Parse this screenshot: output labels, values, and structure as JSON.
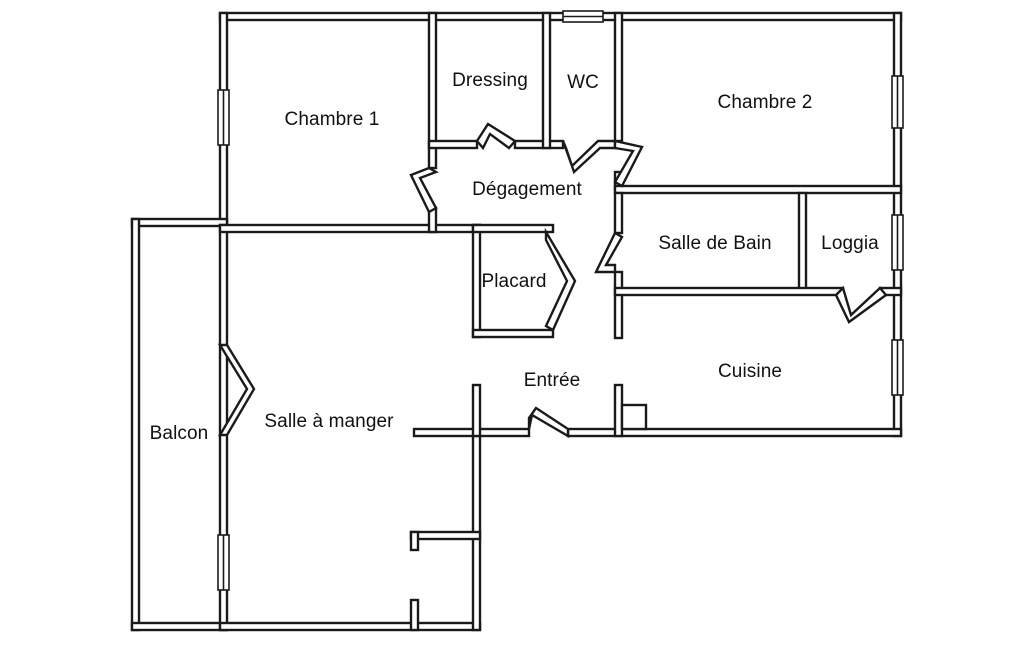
{
  "plan": {
    "rooms": {
      "chambre1": {
        "label": "Chambre 1"
      },
      "dressing": {
        "label": "Dressing"
      },
      "wc": {
        "label": "WC"
      },
      "chambre2": {
        "label": "Chambre 2"
      },
      "degagement": {
        "label": "Dégagement"
      },
      "placard": {
        "label": "Placard"
      },
      "salle_de_bain": {
        "label": "Salle de Bain"
      },
      "loggia": {
        "label": "Loggia"
      },
      "entree": {
        "label": "Entrée"
      },
      "cuisine": {
        "label": "Cuisine"
      },
      "balcon": {
        "label": "Balcon"
      },
      "salle_a_manger": {
        "label": "Salle à manger"
      }
    }
  }
}
